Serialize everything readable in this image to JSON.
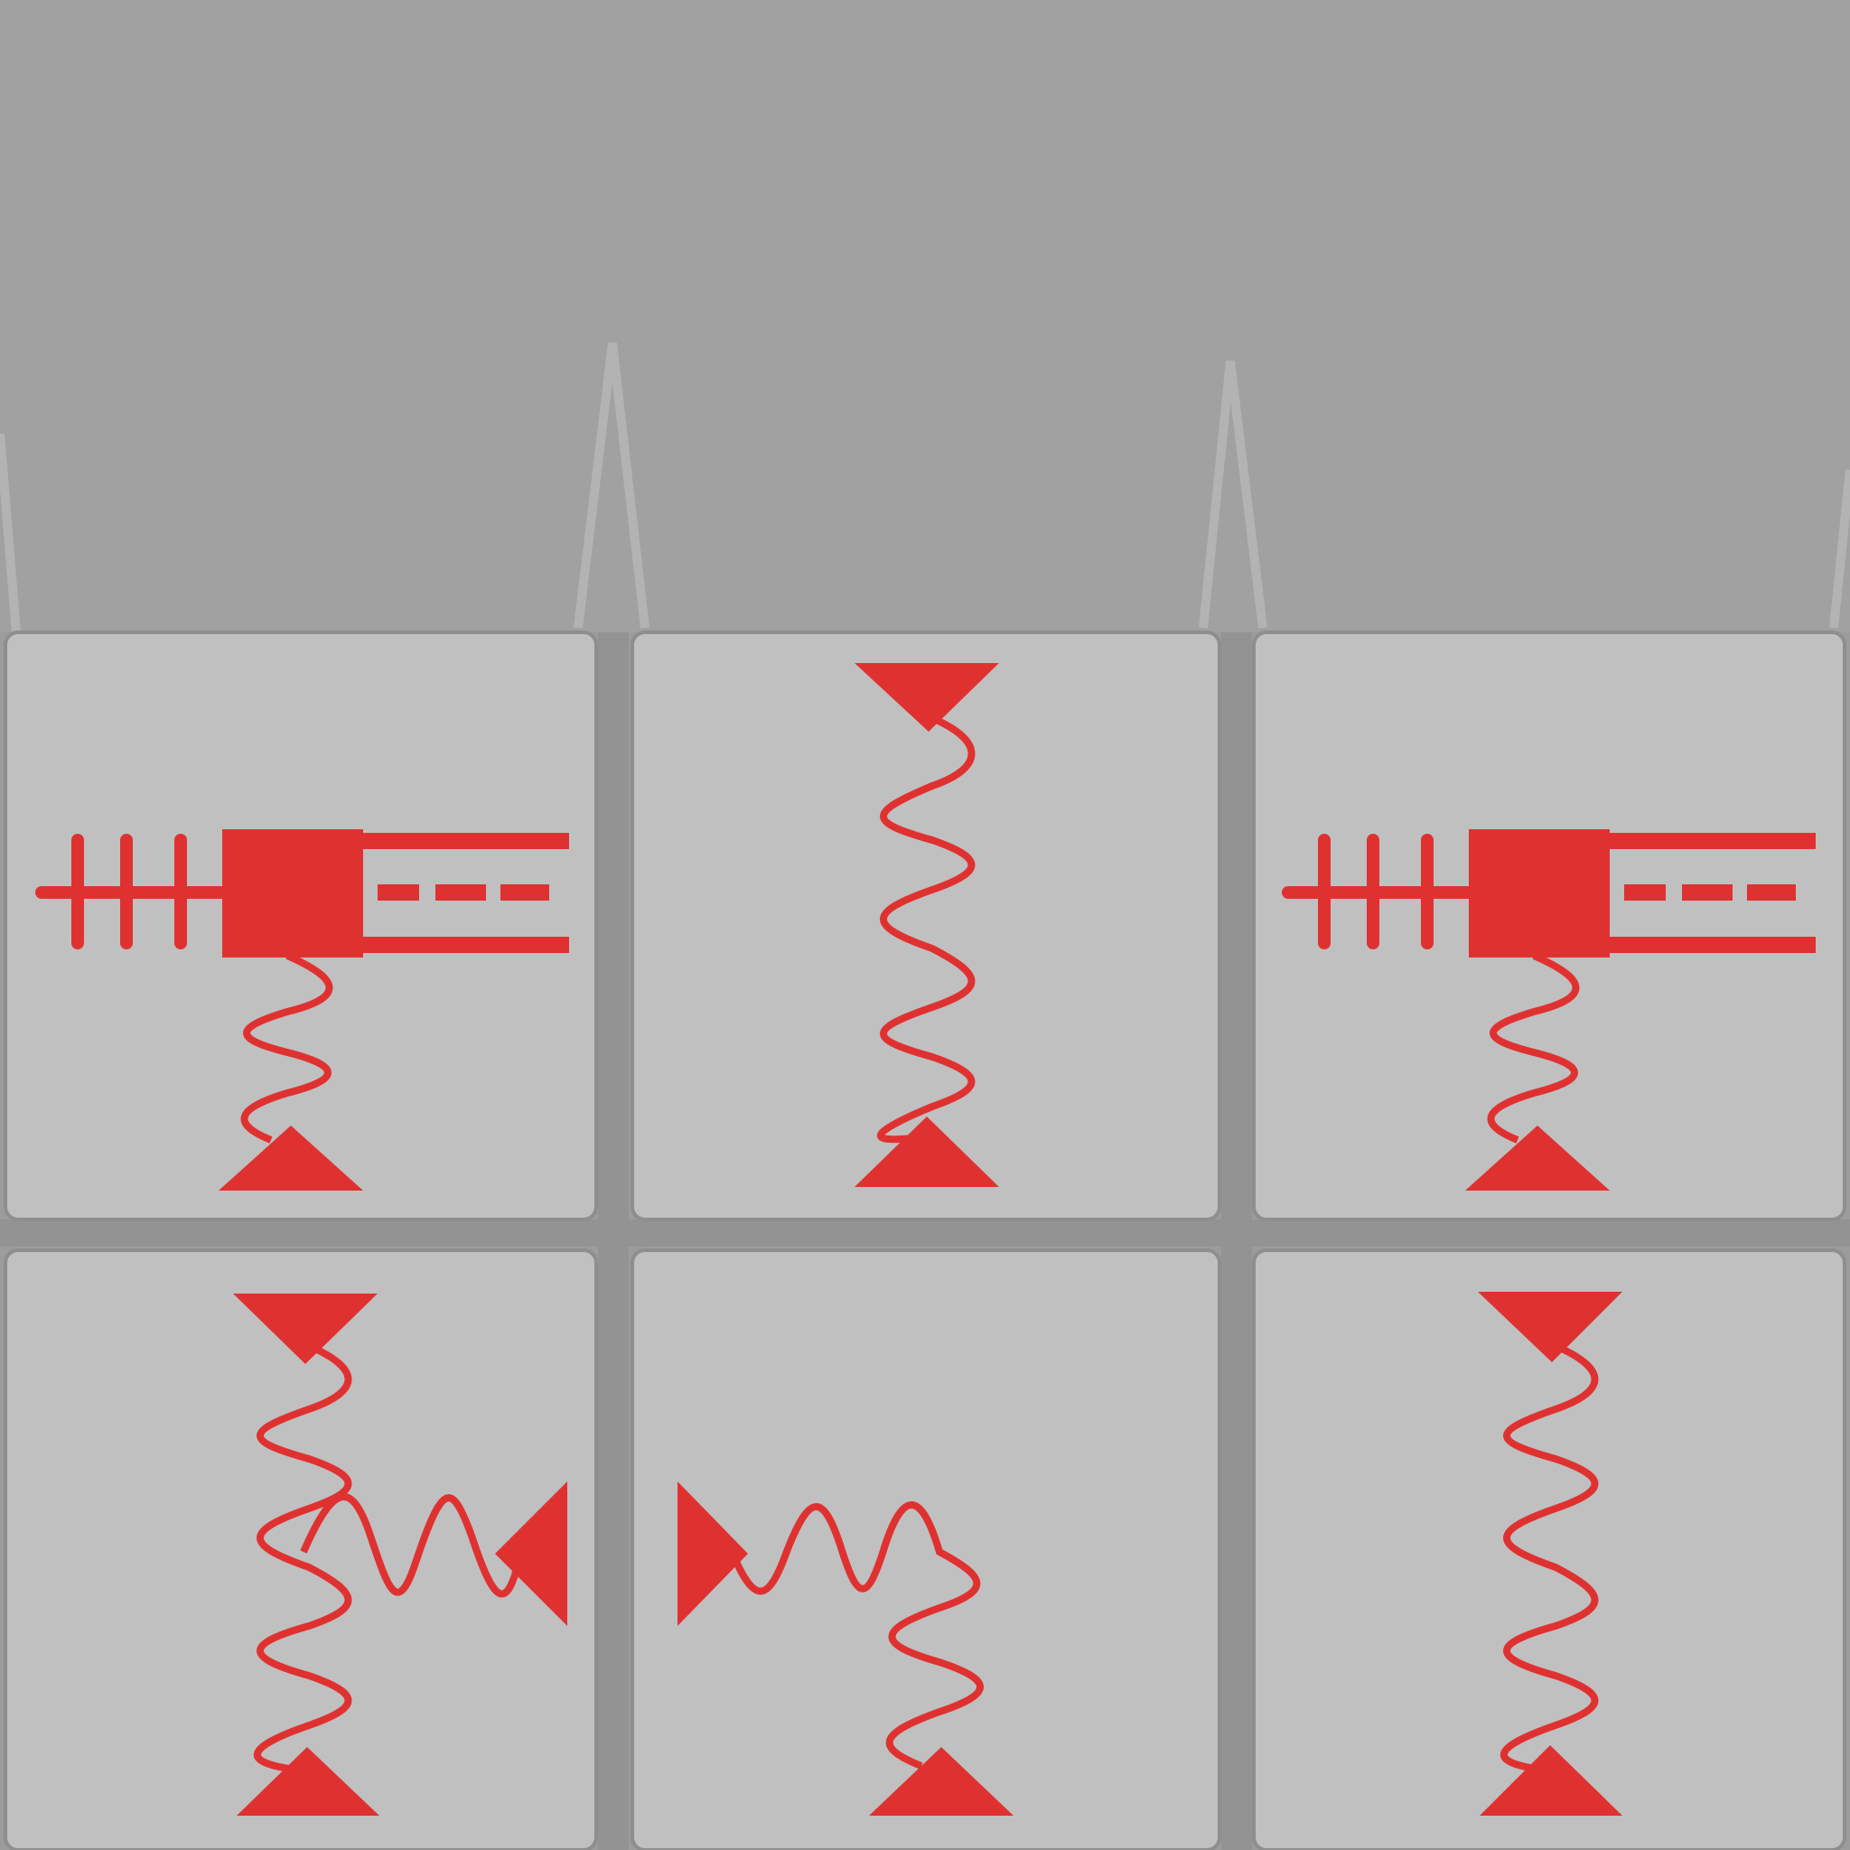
{
  "game": {
    "title": "",
    "colors": {
      "background": "#9c9c9c",
      "upper_wall": "#a1a1a1",
      "tile_face": "#c0c0c0",
      "tile_edge": "#8e8e8e",
      "gutter": "#939393",
      "circuit": "#e03131"
    },
    "tiles": [
      {
        "id": "tile-r1c1",
        "row": 1,
        "col": 1,
        "pieces": [
          "hair-dryer",
          "spring-wire"
        ],
        "ends": [
          "bottom"
        ]
      },
      {
        "id": "tile-r1c2",
        "row": 1,
        "col": 2,
        "pieces": [
          "spring-wire"
        ],
        "ends": [
          "top",
          "bottom"
        ]
      },
      {
        "id": "tile-r1c3",
        "row": 1,
        "col": 3,
        "pieces": [
          "hair-dryer",
          "spring-wire"
        ],
        "ends": [
          "bottom"
        ]
      },
      {
        "id": "tile-r2c1",
        "row": 2,
        "col": 1,
        "pieces": [
          "spring-wire",
          "spring-wire"
        ],
        "ends": [
          "top",
          "bottom",
          "right"
        ]
      },
      {
        "id": "tile-r2c2",
        "row": 2,
        "col": 2,
        "pieces": [
          "spring-wire"
        ],
        "ends": [
          "left",
          "bottom"
        ]
      },
      {
        "id": "tile-r2c3",
        "row": 2,
        "col": 3,
        "pieces": [
          "spring-wire"
        ],
        "ends": [
          "top",
          "bottom"
        ]
      }
    ]
  }
}
